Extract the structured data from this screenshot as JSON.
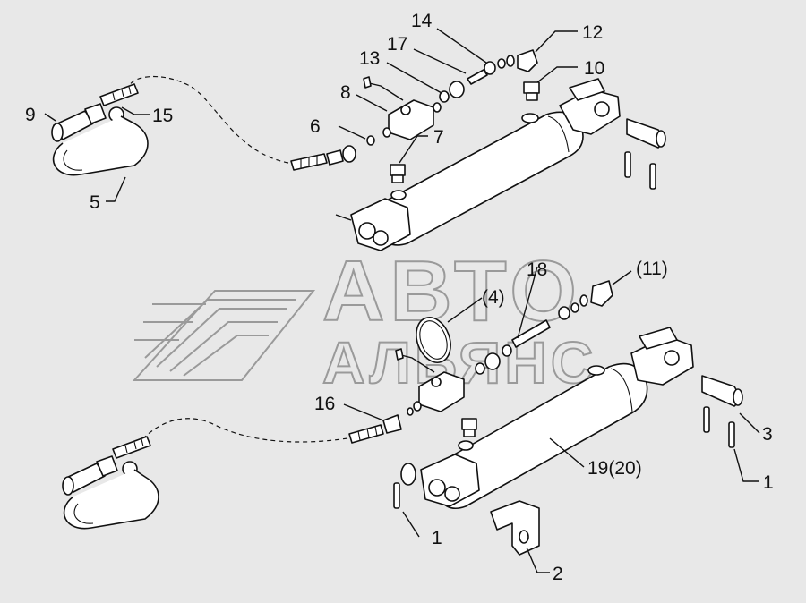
{
  "watermark": {
    "line1": "АВТО",
    "line2": "АЛЬЯНС"
  },
  "callouts": {
    "c14": "14",
    "c12": "12",
    "c17": "17",
    "c13": "13",
    "c10": "10",
    "c8": "8",
    "c9": "9",
    "c15": "15",
    "c6": "6",
    "c7": "7",
    "c5": "5",
    "c18": "18",
    "c11": "(11)",
    "c4": "(4)",
    "c16": "16",
    "c3": "3",
    "c19": "19(20)",
    "c1_right": "1",
    "c1_left": "1",
    "c2": "2"
  }
}
